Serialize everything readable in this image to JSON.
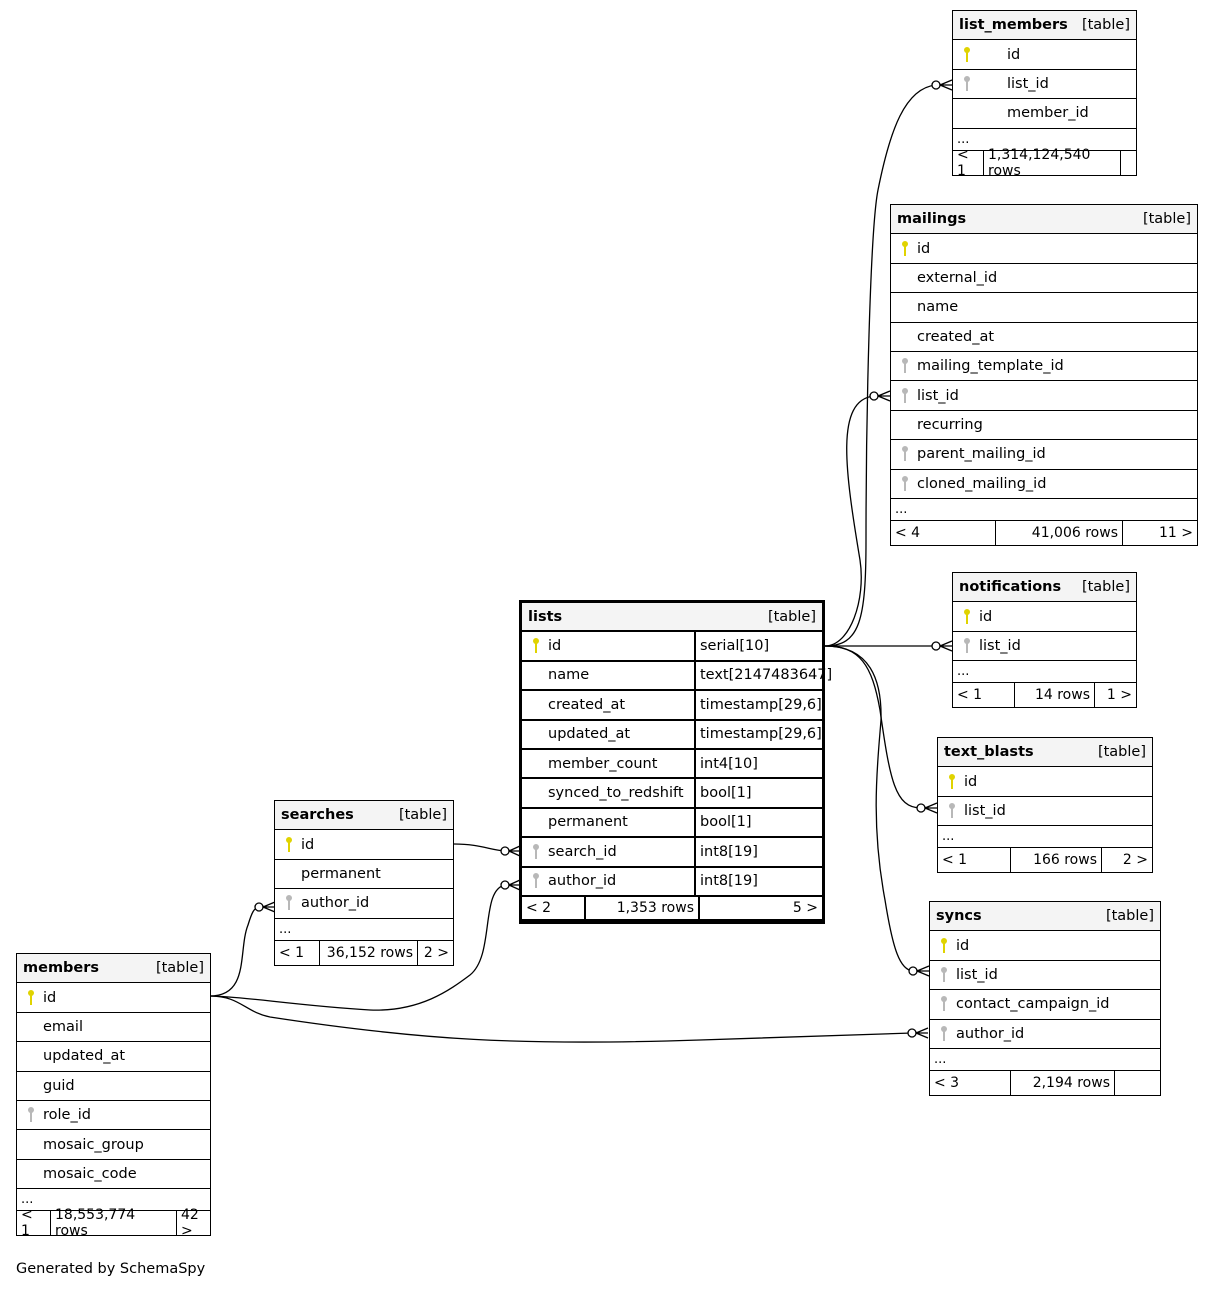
{
  "credit": "Generated by SchemaSpy",
  "colors": {
    "pk_key": "#e0d300",
    "fk_key": "#b8b8b8",
    "header_bg": "#f4f4f4",
    "line": "#000000"
  },
  "tables": {
    "list_members": {
      "name": "list_members",
      "kind": "[table]",
      "columns": [
        {
          "name": "id",
          "key": "pk"
        },
        {
          "name": "list_id",
          "key": "fk"
        },
        {
          "name": "member_id",
          "key": ""
        }
      ],
      "ellipsis": "...",
      "parents": "< 1",
      "rows": "1,314,124,540 rows",
      "children": ""
    },
    "mailings": {
      "name": "mailings",
      "kind": "[table]",
      "columns": [
        {
          "name": "id",
          "key": "pk"
        },
        {
          "name": "external_id",
          "key": ""
        },
        {
          "name": "name",
          "key": ""
        },
        {
          "name": "created_at",
          "key": ""
        },
        {
          "name": "mailing_template_id",
          "key": "fk"
        },
        {
          "name": "list_id",
          "key": "fk"
        },
        {
          "name": "recurring",
          "key": ""
        },
        {
          "name": "parent_mailing_id",
          "key": "fk"
        },
        {
          "name": "cloned_mailing_id",
          "key": "fk"
        }
      ],
      "ellipsis": "...",
      "parents": "< 4",
      "rows": "41,006 rows",
      "children": "11 >"
    },
    "lists": {
      "name": "lists",
      "kind": "[table]",
      "columns": [
        {
          "name": "id",
          "key": "pk",
          "type": "serial[10]"
        },
        {
          "name": "name",
          "key": "",
          "type": "text[2147483647]"
        },
        {
          "name": "created_at",
          "key": "",
          "type": "timestamp[29,6]"
        },
        {
          "name": "updated_at",
          "key": "",
          "type": "timestamp[29,6]"
        },
        {
          "name": "member_count",
          "key": "",
          "type": "int4[10]"
        },
        {
          "name": "synced_to_redshift",
          "key": "",
          "type": "bool[1]"
        },
        {
          "name": "permanent",
          "key": "",
          "type": "bool[1]"
        },
        {
          "name": "search_id",
          "key": "fk",
          "type": "int8[19]"
        },
        {
          "name": "author_id",
          "key": "fk",
          "type": "int8[19]"
        }
      ],
      "parents": "< 2",
      "rows": "1,353 rows",
      "children": "5 >"
    },
    "notifications": {
      "name": "notifications",
      "kind": "[table]",
      "columns": [
        {
          "name": "id",
          "key": "pk"
        },
        {
          "name": "list_id",
          "key": "fk"
        }
      ],
      "ellipsis": "...",
      "parents": "< 1",
      "rows": "14 rows",
      "children": "1 >"
    },
    "text_blasts": {
      "name": "text_blasts",
      "kind": "[table]",
      "columns": [
        {
          "name": "id",
          "key": "pk"
        },
        {
          "name": "list_id",
          "key": "fk"
        }
      ],
      "ellipsis": "...",
      "parents": "< 1",
      "rows": "166 rows",
      "children": "2 >"
    },
    "syncs": {
      "name": "syncs",
      "kind": "[table]",
      "columns": [
        {
          "name": "id",
          "key": "pk"
        },
        {
          "name": "list_id",
          "key": "fk"
        },
        {
          "name": "contact_campaign_id",
          "key": "fk"
        },
        {
          "name": "author_id",
          "key": "fk"
        }
      ],
      "ellipsis": "...",
      "parents": "< 3",
      "rows": "2,194 rows",
      "children": ""
    },
    "searches": {
      "name": "searches",
      "kind": "[table]",
      "columns": [
        {
          "name": "id",
          "key": "pk"
        },
        {
          "name": "permanent",
          "key": ""
        },
        {
          "name": "author_id",
          "key": "fk"
        }
      ],
      "ellipsis": "...",
      "parents": "< 1",
      "rows": "36,152 rows",
      "children": "2 >"
    },
    "members": {
      "name": "members",
      "kind": "[table]",
      "columns": [
        {
          "name": "id",
          "key": "pk"
        },
        {
          "name": "email",
          "key": ""
        },
        {
          "name": "updated_at",
          "key": ""
        },
        {
          "name": "guid",
          "key": ""
        },
        {
          "name": "role_id",
          "key": "fk"
        },
        {
          "name": "mosaic_group",
          "key": ""
        },
        {
          "name": "mosaic_code",
          "key": ""
        }
      ],
      "ellipsis": "...",
      "parents": "< 1",
      "rows": "18,553,774 rows",
      "children": "42 >"
    }
  },
  "relationships": [
    {
      "from": "lists.id",
      "to": "list_members.list_id"
    },
    {
      "from": "lists.id",
      "to": "mailings.list_id"
    },
    {
      "from": "lists.id",
      "to": "notifications.list_id"
    },
    {
      "from": "lists.id",
      "to": "text_blasts.list_id"
    },
    {
      "from": "lists.id",
      "to": "syncs.list_id"
    },
    {
      "from": "searches.id",
      "to": "lists.search_id"
    },
    {
      "from": "members.id",
      "to": "lists.author_id"
    },
    {
      "from": "members.id",
      "to": "searches.author_id"
    },
    {
      "from": "members.id",
      "to": "syncs.author_id"
    }
  ]
}
